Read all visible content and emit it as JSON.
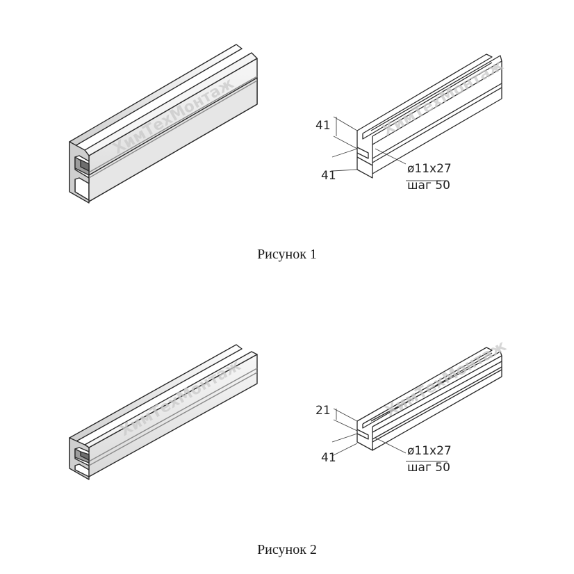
{
  "figure1": {
    "caption": "Рисунок 1",
    "height_label": "41",
    "width_label": "41",
    "hole_label": "ø11x27",
    "pitch_label": "шаг 50",
    "watermark": "ХимТехМонтаж"
  },
  "figure2": {
    "caption": "Рисунок 2",
    "height_label": "21",
    "width_label": "41",
    "hole_label": "ø11x27",
    "pitch_label": "шаг 50",
    "watermark": "ХимТехМонтаж"
  },
  "colors": {
    "metal_light": "#f2f2f2",
    "metal_mid": "#d8d8d8",
    "metal_dark": "#a9a9a9",
    "outline": "#2a2a2a"
  }
}
